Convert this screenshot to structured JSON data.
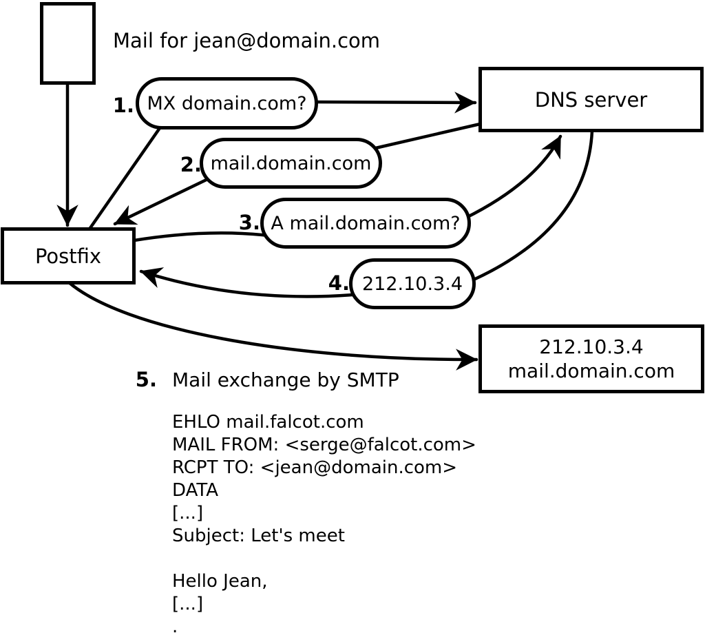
{
  "colors": {
    "background": "#ffffff",
    "ink": "#000000"
  },
  "nodes": {
    "mail_message_label": "Mail for jean@domain.com",
    "postfix_label": "Postfix",
    "dns_server_label": "DNS server",
    "mail_server_line1": "212.10.3.4",
    "mail_server_line2": "mail.domain.com"
  },
  "steps": [
    {
      "num": "1.",
      "label": "MX domain.com?"
    },
    {
      "num": "2.",
      "label": "mail.domain.com"
    },
    {
      "num": "3.",
      "label": "A mail.domain.com?"
    },
    {
      "num": "4.",
      "label": "212.10.3.4"
    },
    {
      "num": "5.",
      "label": "Mail exchange by SMTP"
    }
  ],
  "smtp_session": [
    "EHLO mail.falcot.com",
    "MAIL FROM: <serge@falcot.com>",
    "RCPT TO: <jean@domain.com>",
    "DATA",
    "[...]",
    "Subject: Let's meet",
    "",
    "Hello Jean,",
    "[...]",
    "."
  ]
}
